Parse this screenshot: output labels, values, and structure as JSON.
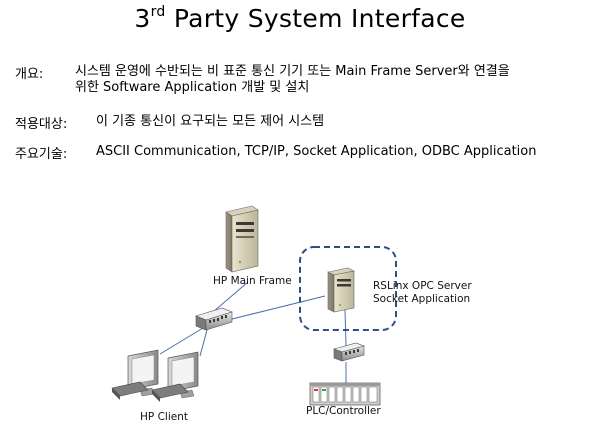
{
  "title": {
    "main": "3",
    "sup": "rd",
    "rest": " Party System Interface"
  },
  "overview": {
    "label": "개요:",
    "line1": "시스템 운영에 수반되는 비 표준 통신 기기 또는 Main Frame Server와 연결을",
    "line2": "위한 Software  Application  개발 및 설치"
  },
  "target": {
    "label": "적용대상:",
    "text": "이 기종 통신이 요구되는 모든 제어 시스템"
  },
  "tech": {
    "label": "주요기술:",
    "text": "ASCII  Communication,  TCP/IP, Socket Application,  ODBC  Application"
  },
  "diagram": {
    "mainframe_label": "HP Main Frame",
    "server_label_1": "RSLinx OPC Server",
    "server_label_2": "Socket Application",
    "client_label": "HP Client",
    "plc_label": "PLC/Controller"
  }
}
